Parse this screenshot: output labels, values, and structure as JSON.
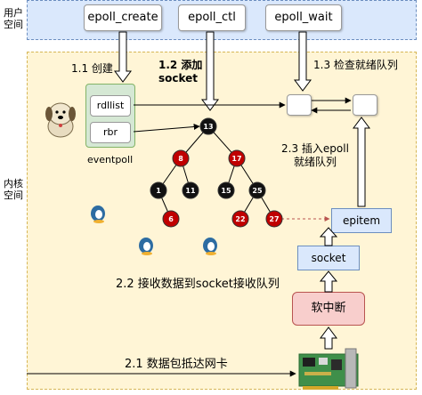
{
  "regions": {
    "user_space_label": "用户\n空间",
    "kernel_space_label": "内核\n空间"
  },
  "api_buttons": [
    "epoll_create",
    "epoll_ctl",
    "epoll_wait"
  ],
  "steps": {
    "step_1_1": "1.1 创建",
    "step_1_2": "1.2 添加\nsocket",
    "step_1_3": "1.3 检查就绪队列",
    "step_2_1": "2.1 数据包抵达网卡",
    "step_2_2": "2.2 接收数据到socket接收队列",
    "step_2_3": "2.3 插入epoll\n就绪队列"
  },
  "eventpoll": {
    "label": "eventpoll",
    "items": [
      "rdllist",
      "rbr"
    ]
  },
  "tree_nodes": [
    {
      "id": "13",
      "color": "black"
    },
    {
      "id": "8",
      "color": "red"
    },
    {
      "id": "17",
      "color": "red"
    },
    {
      "id": "1",
      "color": "black"
    },
    {
      "id": "11",
      "color": "black"
    },
    {
      "id": "15",
      "color": "black"
    },
    {
      "id": "25",
      "color": "black"
    },
    {
      "id": "6",
      "color": "red"
    },
    {
      "id": "22",
      "color": "red"
    },
    {
      "id": "27",
      "color": "red"
    }
  ],
  "kernel_boxes": {
    "epitem": "epitem",
    "socket": "socket",
    "softirq": "软中断"
  },
  "icons": [
    "dog-mascot-icon",
    "penguin-icon",
    "network-card-icon"
  ],
  "colors": {
    "user_space_bg": "#dae8fc",
    "kernel_space_bg": "#fff5d6",
    "eventpoll_bg": "#d5e8d4",
    "socket_box_bg": "#dae8fc",
    "softirq_bg": "#f8cecc",
    "node_red": "#c00000",
    "node_black": "#111111"
  }
}
